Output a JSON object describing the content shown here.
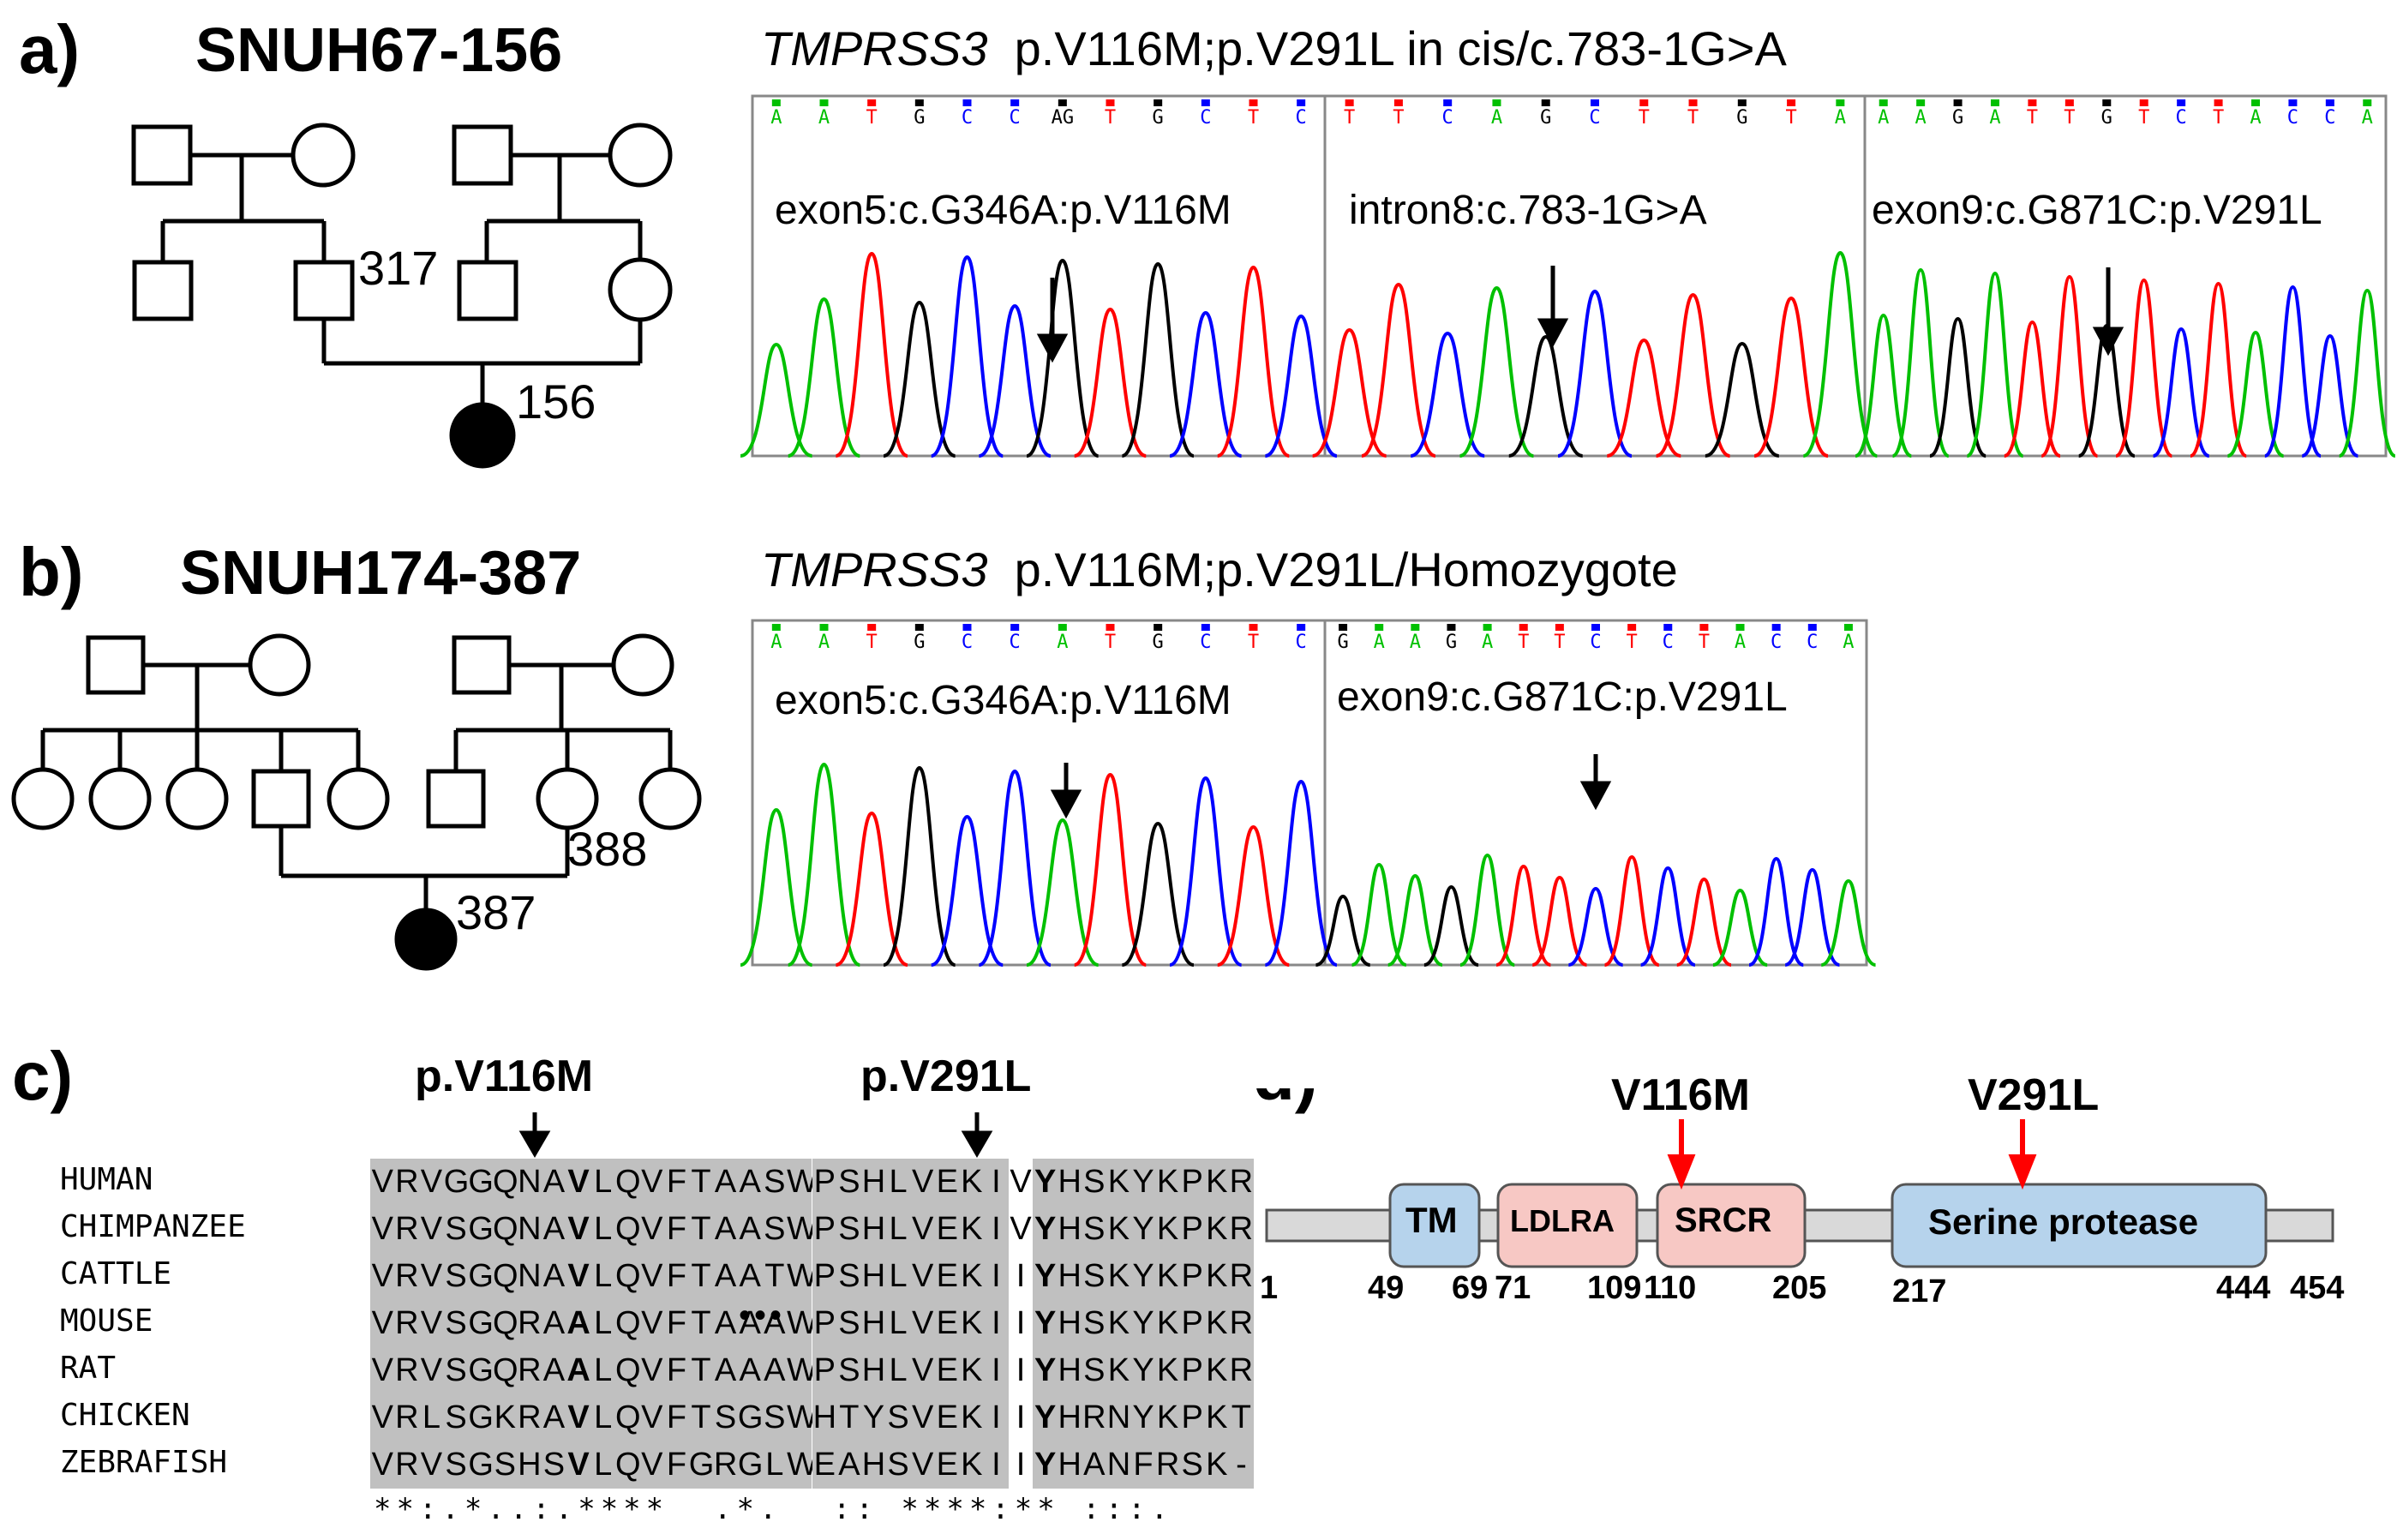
{
  "panels": {
    "a": {
      "label": "a)",
      "family": "SNUH67-156",
      "gene": "TMPRSS3",
      "variant": "p.V116M;p.V291L in cis/c.783-1G>A",
      "individuals": [
        "317",
        "156"
      ],
      "traces": [
        {
          "label": "exon5:c.G346A:p.V116M",
          "bases": [
            "A",
            "A",
            "T",
            "G",
            "C",
            "C",
            "AG",
            "T",
            "G",
            "C",
            "T",
            "C"
          ]
        },
        {
          "label": "intron8:c.783-1G>A",
          "bases": [
            "T",
            "T",
            "C",
            "A",
            "G",
            "C",
            "T",
            "T",
            "G",
            "T",
            "A"
          ]
        },
        {
          "label": "exon9:c.G871C:p.V291L",
          "bases": [
            "A",
            "A",
            "G",
            "A",
            "T",
            "T",
            "G",
            "T",
            "C",
            "T",
            "A",
            "C",
            "C",
            "A"
          ]
        }
      ]
    },
    "b": {
      "label": "b)",
      "family": "SNUH174-387",
      "gene": "TMPRSS3",
      "variant": "p.V116M;p.V291L/Homozygote",
      "individuals": [
        "388",
        "387"
      ],
      "traces": [
        {
          "label": "exon5:c.G346A:p.V116M",
          "bases": [
            "A",
            "A",
            "T",
            "G",
            "C",
            "C",
            "A",
            "T",
            "G",
            "C",
            "T",
            "C"
          ]
        },
        {
          "label": "exon9:c.G871C:p.V291L",
          "bases": [
            "G",
            "A",
            "A",
            "G",
            "A",
            "T",
            "T",
            "C",
            "T",
            "C",
            "T",
            "A",
            "C",
            "C",
            "A"
          ]
        }
      ]
    },
    "c": {
      "label": "c)",
      "site1": "p.V116M",
      "site2": "p.V291L",
      "species": [
        "HUMAN",
        "CHIMPANZEE",
        "CATTLE",
        "MOUSE",
        "RAT",
        "CHICKEN",
        "ZEBRAFISH"
      ],
      "seq1": [
        "VRVGGQNAVLQVFTAASW",
        "VRVSGQNAVLQVFTAASW",
        "VRVSGQNAVLQVFTAATW",
        "VRVSGQRAALQVFTAAAW",
        "VRVSGQRAALQVFTAAAW",
        "VRLSGKRAVLQVFTSGSW",
        "VRVSGSHSVLQVFGRGLW"
      ],
      "seq2": [
        "PSHLVEKIVYHSKYKPKR",
        "PSHLVEKIVYHSKYKPKR",
        "PSHLVEKIIYHSKYKPKR",
        "PSHLVEKIIYHSKYKPKR",
        "PSHLVEKIIYHSKYKPKR",
        "HTYSVEKIIYHRNYKPKT",
        "EAHSVEKIIYHANFRSK-"
      ],
      "consensus1": "**:.*..:.****  .*.",
      "consensus2": ":: ****:** :::.",
      "ellipsis": "•••"
    },
    "d": {
      "label": "d)",
      "mut1": "V116M",
      "mut2": "V291L",
      "domains": [
        "TM",
        "LDLRA",
        "SRCR",
        "Serine protease"
      ],
      "positions": [
        "1",
        "49",
        "69",
        "71",
        "109",
        "110",
        "205",
        "217",
        "444",
        "454"
      ]
    }
  },
  "colors": {
    "A": "#00c000",
    "C": "#0000ff",
    "G": "#000000",
    "T": "#ff0000",
    "arrow_red": "#ff0000",
    "domain_blue": "#b6d3ec",
    "domain_pink": "#f7c8c4",
    "bar_gray": "#d9d9d9",
    "shade": "#c0c0c0"
  }
}
